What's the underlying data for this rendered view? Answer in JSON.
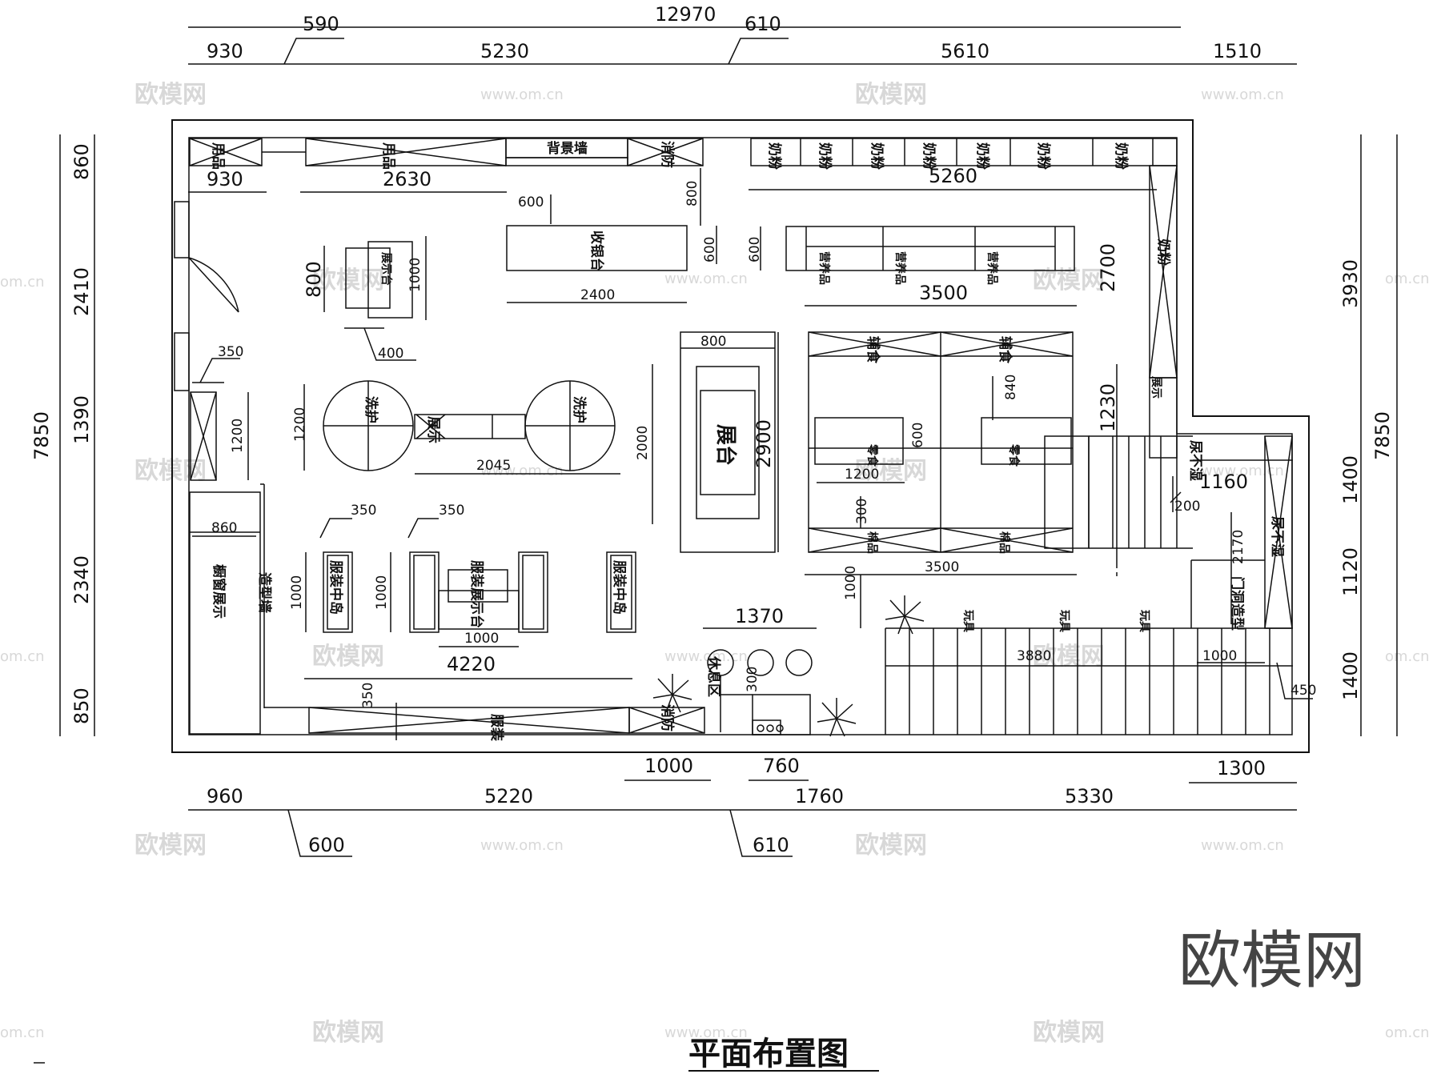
{
  "title": "平面布置图",
  "watermark": {
    "brand": "欧模网",
    "url": "www.om.cn",
    "frag": "om.cn"
  },
  "dims": {
    "top_total": "12970",
    "top_offsets": [
      "590",
      "610"
    ],
    "top_row": [
      "930",
      "5230",
      "5610",
      "1510"
    ],
    "inner_top": [
      "930",
      "2630",
      "5260"
    ],
    "bottom_row": [
      "960",
      "5220",
      "1760",
      "5330"
    ],
    "bottom_offsets": [
      "600",
      "610"
    ],
    "bottom_small": [
      "1000",
      "760",
      "1300"
    ],
    "left_total": "7850",
    "left_row": [
      "860",
      "2410",
      "1390",
      "2340",
      "850"
    ],
    "right_total": "7850",
    "right_row": [
      "3930",
      "1400",
      "1120",
      "1400"
    ],
    "inner": [
      "600",
      "800",
      "600",
      "600",
      "2400",
      "3500",
      "800",
      "1000",
      "400",
      "350",
      "1200",
      "1200",
      "2045",
      "2000",
      "800",
      "2900",
      "840",
      "600",
      "1200",
      "300",
      "3500",
      "1000",
      "2700",
      "1230",
      "1160",
      "200",
      "2170",
      "860",
      "350",
      "350",
      "1000",
      "1000",
      "1000",
      "4220",
      "1370",
      "300",
      "350",
      "3880",
      "1000",
      "450",
      "1000"
    ]
  },
  "labels": {
    "yongpin1": "用品",
    "yongpin2": "用品",
    "bgwall": "背景墙",
    "xiaofang": "消防",
    "naifen": "奶粉",
    "cashier": "收银台",
    "yingyang": "营养品",
    "zhanshitai": "展示台",
    "xihu": "洗护",
    "zhanshi": "展示",
    "zhantai": "展台",
    "fushi": "辅食",
    "lingshi": "零食",
    "mianpin": "棉品",
    "niaobushi": "尿不湿",
    "chuangchuang": "橱窗展示",
    "zaoxingqiang": "造型墙",
    "fuzhuangzd": "服装中岛",
    "fuzhuang_zst": "服装展示台",
    "fuzhuang": "服装",
    "xiuxi": "休息区",
    "wanju": "玩具",
    "mentou": "门洞造型"
  }
}
